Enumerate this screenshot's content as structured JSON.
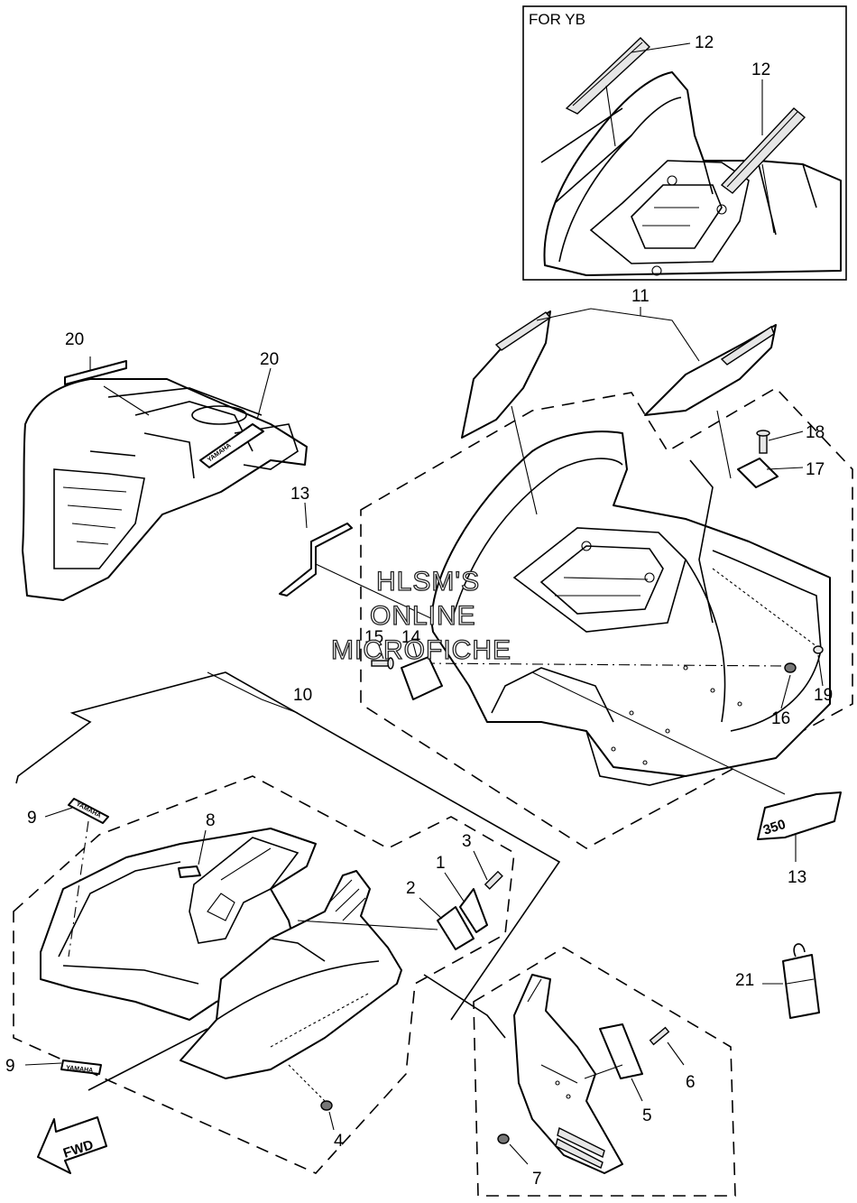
{
  "inset": {
    "caption": "FOR YB"
  },
  "watermark": {
    "line1": "HLSM'S",
    "line2": "ONLINE",
    "line3": "MICROFICHE"
  },
  "decals": {
    "yamaha_small": "YAMAHA",
    "yamaha_tank": "YAMAHA",
    "model_badge": "350"
  },
  "fwd_label": "FWD",
  "callouts": {
    "p1": "1",
    "p2": "2",
    "p3": "3",
    "p4": "4",
    "p5": "5",
    "p6": "6",
    "p7": "7",
    "p8": "8",
    "p9a": "9",
    "p9b": "9",
    "p10": "10",
    "p11": "11",
    "p12a": "12",
    "p12b": "12",
    "p13a": "13",
    "p13b": "13",
    "p14": "14",
    "p15": "15",
    "p16": "16",
    "p17": "17",
    "p18": "18",
    "p19": "19",
    "p20a": "20",
    "p20b": "20",
    "p21": "21"
  }
}
